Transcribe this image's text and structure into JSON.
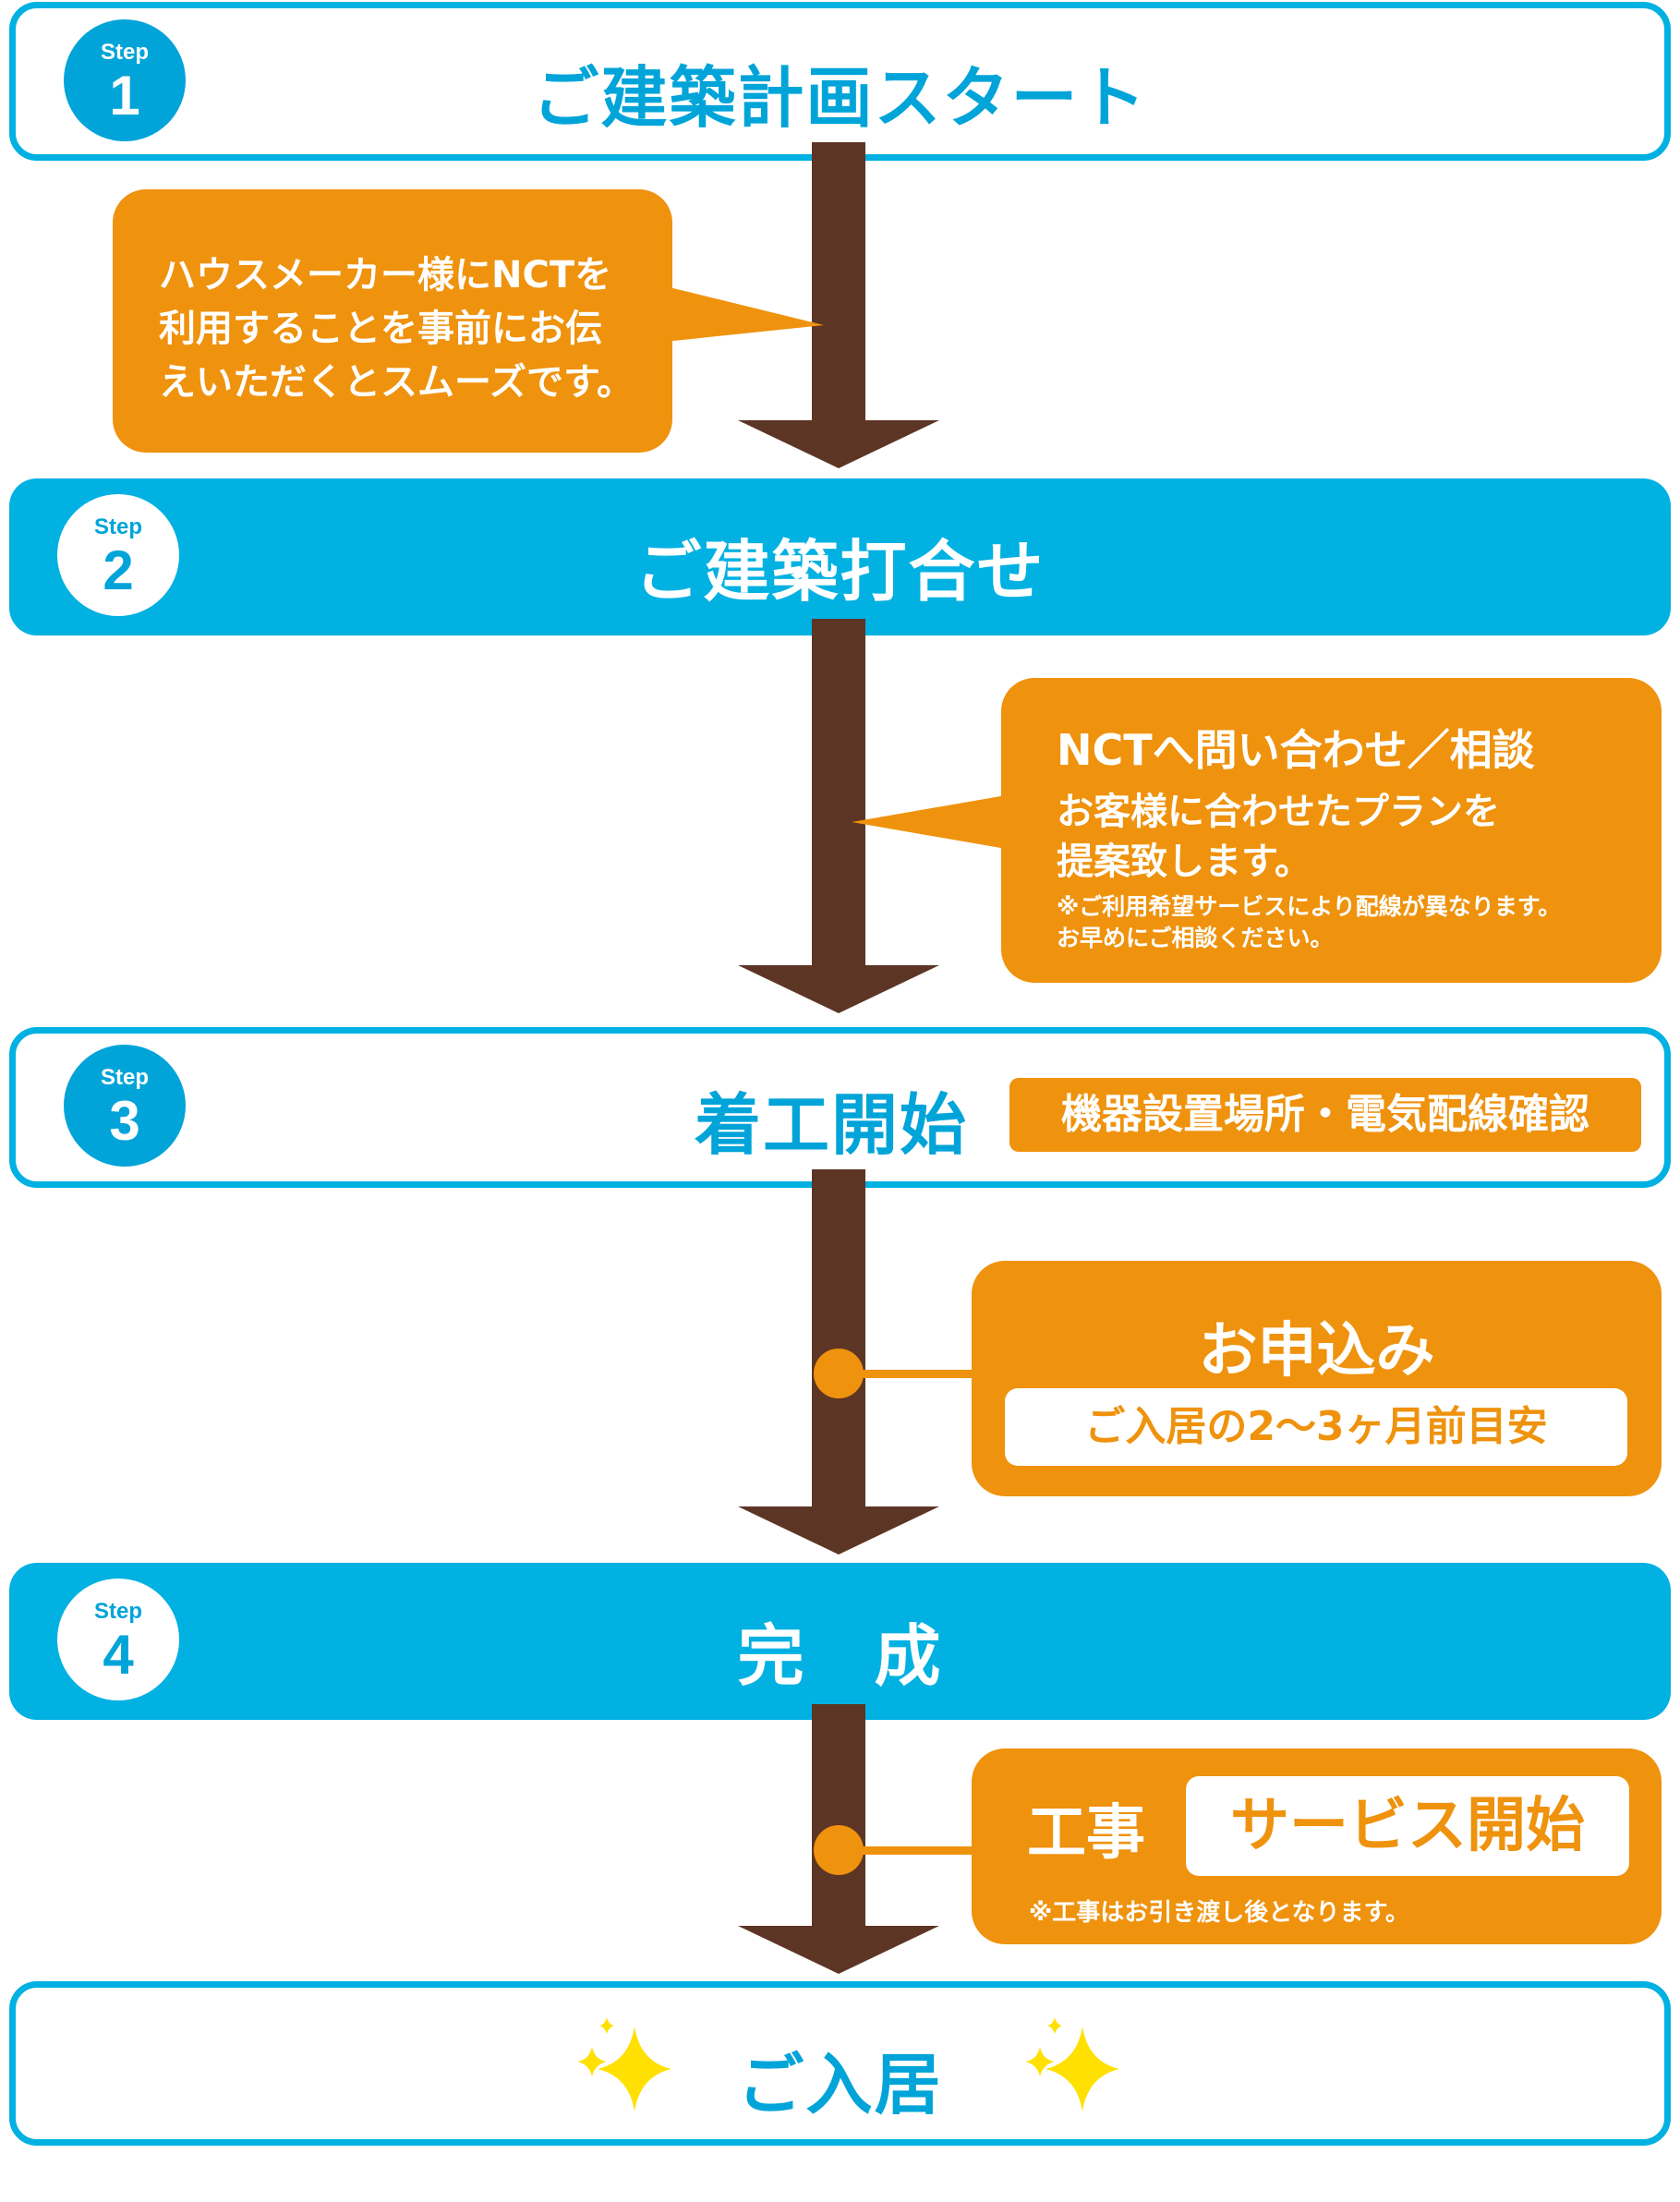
{
  "colors": {
    "blue": "#00b1e2",
    "orange": "#ef920d",
    "brown": "#5d3524",
    "sparkle": "#ffe000"
  },
  "steps": [
    {
      "label": "Step",
      "number": "1",
      "title": "ご建築計画スタート"
    },
    {
      "label": "Step",
      "number": "2",
      "title": "ご建築打合せ"
    },
    {
      "label": "Step",
      "number": "3",
      "title": "着工開始",
      "tag": "機器設置場所・電気配線確認"
    },
    {
      "label": "Step",
      "number": "4",
      "title": "完　成"
    }
  ],
  "note1": {
    "lines": [
      "ハウスメーカー様にNCTを",
      "利用することを事前にお伝",
      "えいただくとスムーズです。"
    ]
  },
  "note2": {
    "heading": "NCTへ問い合わせ／相談",
    "lines": [
      "お客様に合わせたプランを",
      "提案致します。"
    ],
    "small_lines": [
      "※ご利用希望サービスにより配線が異なります。",
      "お早めにご相談ください。"
    ]
  },
  "application": {
    "title": "お申込み",
    "sub": "ご入居の2〜3ヶ月前目安"
  },
  "service": {
    "prefix": "工事",
    "label": "サービス開始",
    "note": "※工事はお引き渡し後となります。"
  },
  "final": {
    "title": "ご入居",
    "left_icon": "sparkle-icon",
    "right_icon": "sparkle-icon"
  }
}
